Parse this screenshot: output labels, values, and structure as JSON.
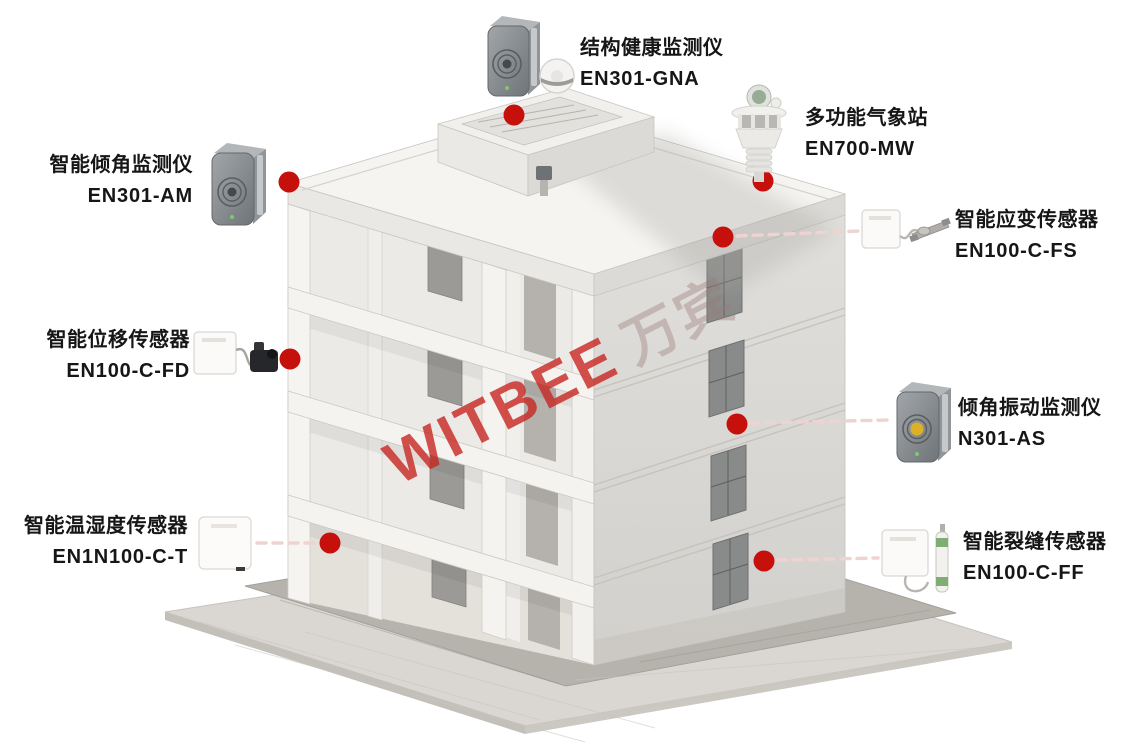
{
  "page": {
    "background": "#ffffff",
    "kind": "smart-building structural monitoring solution diagram"
  },
  "watermark": {
    "brand_en": "WITBEE",
    "brand_cn": "万宾"
  },
  "colors": {
    "marker": "#c5100c",
    "leader_line": "#eed3d1",
    "building_face": "#dcdad7",
    "roof": "#f5f4f1",
    "ground": "#dad7d2"
  },
  "sensors": [
    {
      "name": "结构健康监测仪",
      "model": "EN301-GNA",
      "icon": "structural-health-monitor-device"
    },
    {
      "name": "多功能气象站",
      "model": "EN700-MW",
      "icon": "weather-station-device"
    },
    {
      "name": "智能倾角监测仪",
      "model": "EN301-AM",
      "icon": "tilt-monitor-device"
    },
    {
      "name": "智能应变传感器",
      "model": "EN100-C-FS",
      "icon": "strain-sensor-device"
    },
    {
      "name": "智能位移传感器",
      "model": "EN100-C-FD",
      "icon": "displacement-sensor-device"
    },
    {
      "name": "倾角振动监测仪",
      "model": "N301-AS",
      "icon": "vibration-monitor-device"
    },
    {
      "name": "智能温湿度传感器",
      "model": "EN1N100-C-T",
      "icon": "temperature-humidity-sensor-device"
    },
    {
      "name": "智能裂缝传感器",
      "model": "EN100-C-FF",
      "icon": "crack-sensor-device"
    }
  ]
}
